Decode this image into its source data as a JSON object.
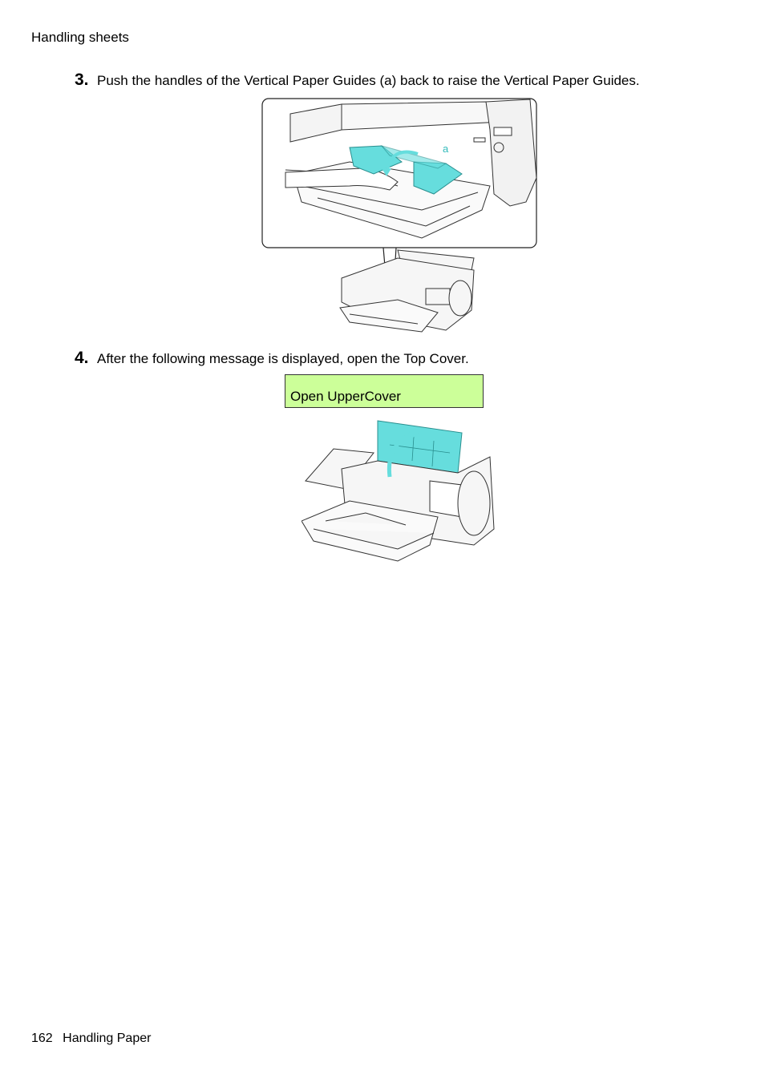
{
  "header": {
    "title": "Handling sheets"
  },
  "steps": [
    {
      "number": "3.",
      "text": "Push the handles of the Vertical Paper Guides (a) back to raise the Vertical Paper Guides."
    },
    {
      "number": "4.",
      "text": "After the following message is displayed, open the Top Cover."
    }
  ],
  "figure1": {
    "callout_label": "a"
  },
  "message_panel": {
    "text": "Open UpperCover",
    "background_color": "#ccff99"
  },
  "highlight_color": "#66dddd",
  "footer": {
    "page_number": "162",
    "section": "Handling Paper"
  }
}
